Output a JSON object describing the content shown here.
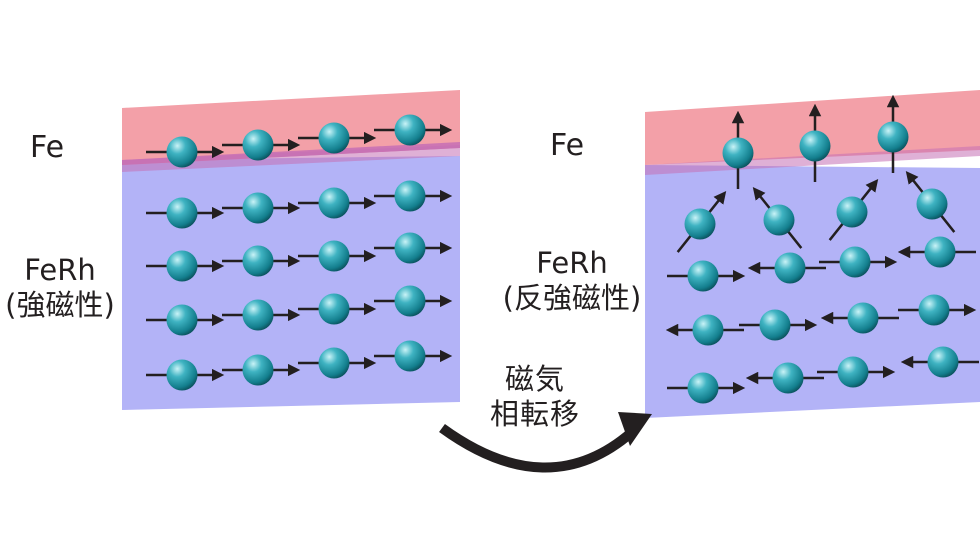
{
  "left_panel": {
    "fe_label": "Fe",
    "ferh_label": "FeRh",
    "ferh_phase": "(強磁性)",
    "fe_arrows": [
      "right",
      "right",
      "right",
      "right"
    ],
    "ferh_rows": [
      [
        "right",
        "right",
        "right",
        "right"
      ],
      [
        "right",
        "right",
        "right",
        "right"
      ],
      [
        "right",
        "right",
        "right",
        "right"
      ],
      [
        "right",
        "right",
        "right",
        "right"
      ]
    ]
  },
  "right_panel": {
    "fe_label": "Fe",
    "ferh_label": "FeRh",
    "ferh_phase": "(反強磁性)",
    "fe_arrows": [
      "up",
      "up",
      "up"
    ],
    "ferh_rows": [
      [
        "up-right",
        "up-left",
        "up-right",
        "up-left"
      ],
      [
        "right",
        "left",
        "right",
        "left"
      ],
      [
        "left",
        "right",
        "left",
        "right"
      ],
      [
        "right",
        "left",
        "right",
        "left"
      ]
    ]
  },
  "transition": {
    "line1": "磁気",
    "line2": "相転移"
  },
  "colors": {
    "fe_layer": "#f3a0a8",
    "ferh_layer": "#b3b3f7",
    "interface": "#c56fb5",
    "atom": "#1c8e9e",
    "arrow": "#231f20"
  }
}
